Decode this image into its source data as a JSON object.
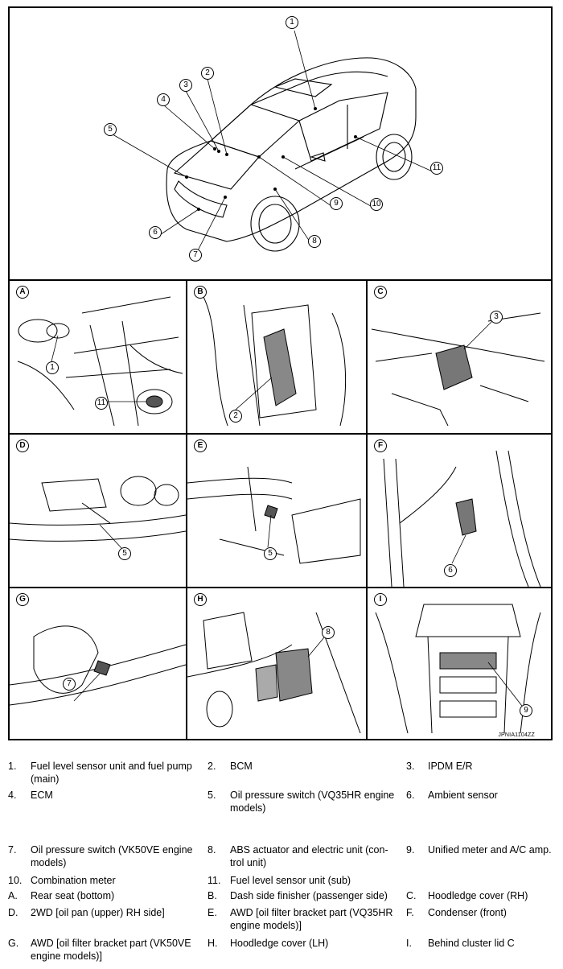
{
  "figure_code": "JPNIA1104ZZ",
  "overview_callouts": [
    "1",
    "2",
    "3",
    "4",
    "5",
    "6",
    "7",
    "8",
    "9",
    "10",
    "11"
  ],
  "panels": [
    {
      "id": "A",
      "callouts": [
        "1",
        "11"
      ]
    },
    {
      "id": "B",
      "callouts": [
        "2"
      ]
    },
    {
      "id": "C",
      "callouts": [
        "3"
      ]
    },
    {
      "id": "D",
      "callouts": [
        "5"
      ]
    },
    {
      "id": "E",
      "callouts": [
        "5"
      ]
    },
    {
      "id": "F",
      "callouts": [
        "6"
      ]
    },
    {
      "id": "G",
      "callouts": [
        "7"
      ]
    },
    {
      "id": "H",
      "callouts": [
        "8"
      ]
    },
    {
      "id": "I",
      "callouts": [
        "9"
      ]
    }
  ],
  "legend": [
    {
      "num": "1.",
      "text": "Fuel level sensor unit and fuel pump (main)"
    },
    {
      "num": "2.",
      "text": "BCM"
    },
    {
      "num": "3.",
      "text": "IPDM E/R"
    },
    {
      "num": "4.",
      "text": "ECM"
    },
    {
      "num": "5.",
      "text": "Oil pressure switch (VQ35HR engine models)"
    },
    {
      "num": "6.",
      "text": "Ambient sensor"
    },
    {
      "num": "7.",
      "text": "Oil pressure switch (VK50VE engine models)"
    },
    {
      "num": "8.",
      "text": "ABS actuator and electric unit (con- trol unit)"
    },
    {
      "num": "9.",
      "text": "Unified meter and A/C amp."
    },
    {
      "num": "10.",
      "text": "Combination meter"
    },
    {
      "num": "11.",
      "text": "Fuel level sensor unit (sub)"
    },
    {
      "num": "A.",
      "text": "Rear seat (bottom)"
    },
    {
      "num": "B.",
      "text": "Dash side finisher (passenger side)"
    },
    {
      "num": "C.",
      "text": "Hoodledge cover (RH)"
    },
    {
      "num": "D.",
      "text": "2WD [oil pan (upper) RH side]"
    },
    {
      "num": "E.",
      "text": "AWD [oil filter bracket part (VQ35HR engine models)]"
    },
    {
      "num": "F.",
      "text": "Condenser (front)"
    },
    {
      "num": "G.",
      "text": "AWD [oil filter bracket part (VK50VE engine models)]"
    },
    {
      "num": "H.",
      "text": "Hoodledge cover (LH)"
    },
    {
      "num": "I.",
      "text": "Behind cluster lid C"
    }
  ]
}
